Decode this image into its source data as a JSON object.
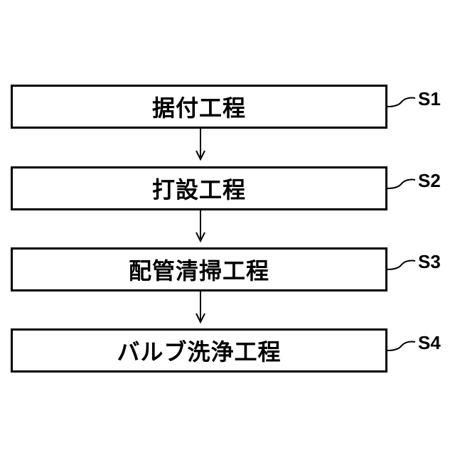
{
  "steps": [
    {
      "label": "据付工程",
      "id": "S1"
    },
    {
      "label": "打設工程",
      "id": "S2"
    },
    {
      "label": "配管清掃工程",
      "id": "S3"
    },
    {
      "label": "バルブ洗浄工程",
      "id": "S4"
    }
  ]
}
